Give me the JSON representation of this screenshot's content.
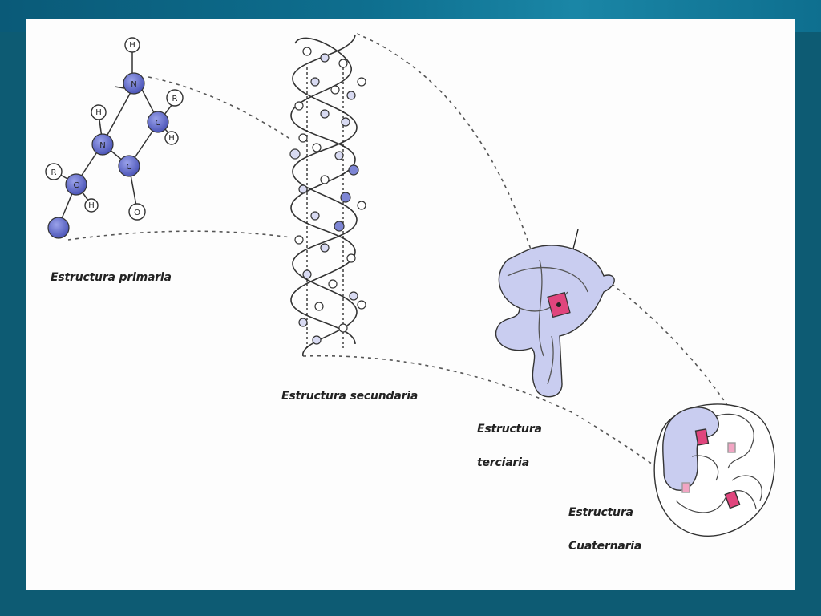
{
  "labels": {
    "primaria": "Estructura primaria",
    "secundaria": "Estructura secundaria",
    "terciaria_1": "Estructura",
    "terciaria_2": "terciaria",
    "cuaternaria_1": "Estructura",
    "cuaternaria_2": "Cuaternaria"
  },
  "atoms": {
    "H": "H",
    "N": "N",
    "C": "C",
    "R": "R",
    "O": "O"
  },
  "colors": {
    "background": "#0d5b73",
    "slide": "#fdfdfd",
    "atom_blue": "#5b63c8",
    "ribbon": "#c9cdf0",
    "heme": "#e0457d"
  }
}
